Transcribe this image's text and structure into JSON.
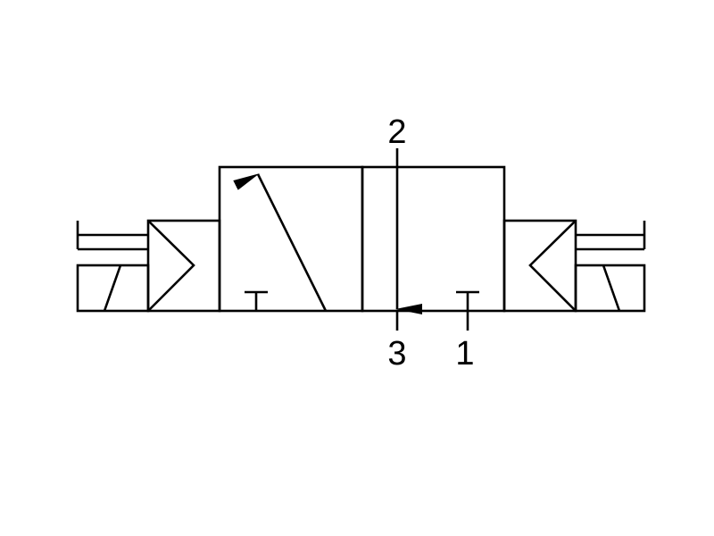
{
  "diagram": {
    "type": "pneumatic-valve-symbol",
    "ports": {
      "top": "2",
      "bottom_left": "3",
      "bottom_right": "1"
    },
    "colors": {
      "stroke": "#000000",
      "background": "#ffffff"
    },
    "icons": {
      "left_actuator": "solenoid-pilot-actuator-icon",
      "right_actuator": "solenoid-pilot-actuator-icon",
      "flow_arrow": "flow-arrow-icon",
      "blocked_port": "blocked-port-icon"
    }
  }
}
